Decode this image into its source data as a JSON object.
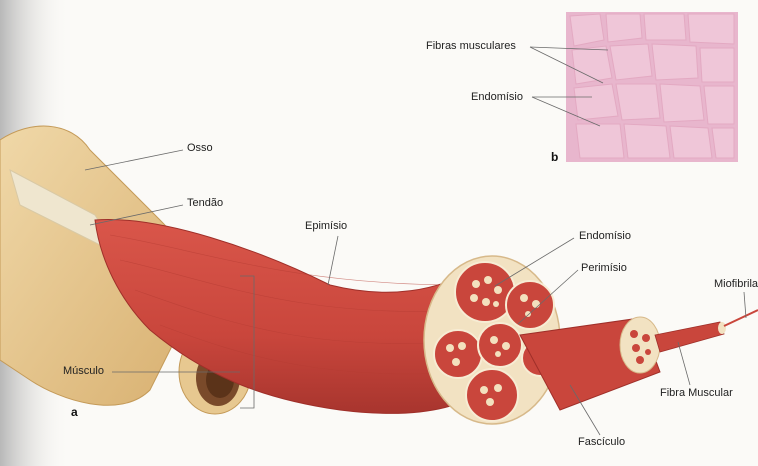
{
  "labels": {
    "osso": "Osso",
    "tendao": "Tendão",
    "epimisio": "Epimísio",
    "endomisio": "Endomísio",
    "perimisio": "Perimísio",
    "miofibrila": "Miofibrila",
    "musculo": "Músculo",
    "fibra_muscular": "Fibra Muscular",
    "fasciculo": "Fascículo",
    "fibras_musculares": "Fibras musculares",
    "endomisio_b": "Endomísio"
  },
  "panels": {
    "a": "a",
    "b": "b"
  },
  "colors": {
    "muscle": "#c9463c",
    "muscle_dark": "#9f2f29",
    "bone": "#e7c890",
    "tendon": "#efe6cf",
    "connective": "#f2e2c2",
    "histology_bg": "#e8b6cd",
    "histology_cell": "#efc6d8"
  }
}
